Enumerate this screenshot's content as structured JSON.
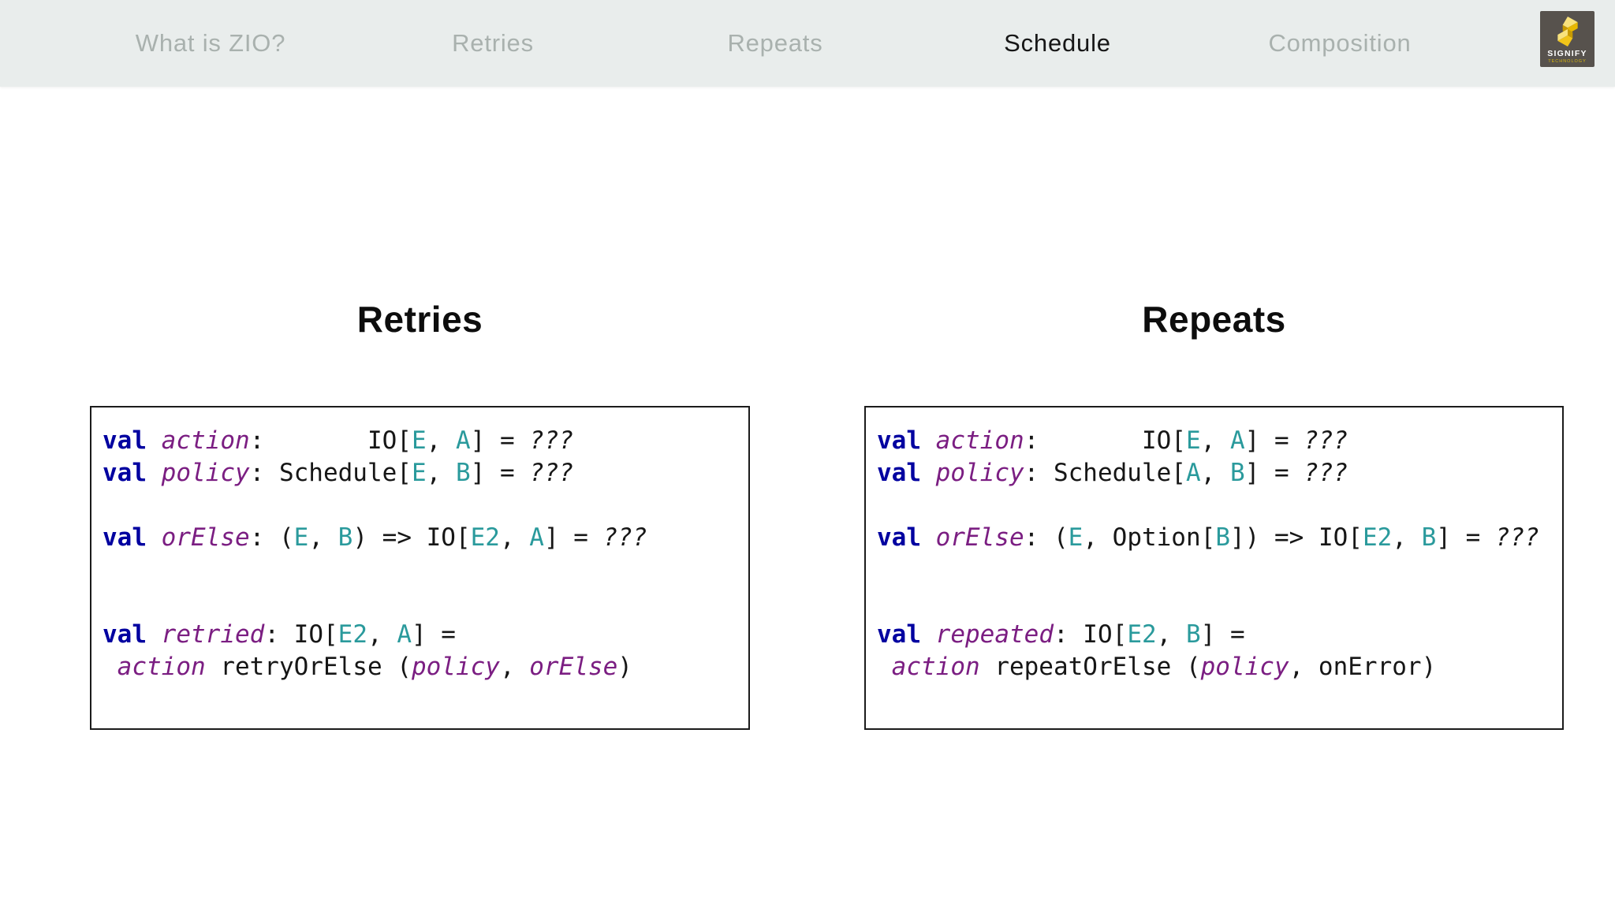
{
  "nav": {
    "items": [
      {
        "label": "What is ZIO?",
        "active": false
      },
      {
        "label": "Retries",
        "active": false
      },
      {
        "label": "Repeats",
        "active": false
      },
      {
        "label": "Schedule",
        "active": true
      },
      {
        "label": "Composition",
        "active": false
      }
    ],
    "logo": {
      "title": "SIGNIFY",
      "subtitle": "TECHNOLOGY"
    }
  },
  "colors": {
    "nav_bg": "#e9edec",
    "nav_active": "#161616",
    "nav_inactive": "#a9b1ae",
    "keyword": "#0000a0",
    "identifier": "#7b1e82",
    "type_name": "#2a9a9c",
    "code_text": "#161616",
    "logo_bg": "#57524d",
    "logo_yellow": "#d9b70c"
  },
  "panels": [
    {
      "heading": "Retries",
      "code_text": "val action:       IO[E, A] = ???\nval policy: Schedule[E, B] = ???\n\nval orElse: (E, B) => IO[E2, A] = ???\n\n\nval retried: IO[E2, A] =\n action retryOrElse (policy, orElse)",
      "code_lines": [
        [
          [
            "kw",
            "val"
          ],
          [
            "pl",
            " "
          ],
          [
            "id",
            "action"
          ],
          [
            "pl",
            ":       IO["
          ],
          [
            "ty",
            "E"
          ],
          [
            "pl",
            ", "
          ],
          [
            "ty",
            "A"
          ],
          [
            "pl",
            "] = "
          ],
          [
            "q",
            "???"
          ]
        ],
        [
          [
            "kw",
            "val"
          ],
          [
            "pl",
            " "
          ],
          [
            "id",
            "policy"
          ],
          [
            "pl",
            ": Schedule["
          ],
          [
            "ty",
            "E"
          ],
          [
            "pl",
            ", "
          ],
          [
            "ty",
            "B"
          ],
          [
            "pl",
            "] = "
          ],
          [
            "q",
            "???"
          ]
        ],
        [],
        [
          [
            "kw",
            "val"
          ],
          [
            "pl",
            " "
          ],
          [
            "id",
            "orElse"
          ],
          [
            "pl",
            ": ("
          ],
          [
            "ty",
            "E"
          ],
          [
            "pl",
            ", "
          ],
          [
            "ty",
            "B"
          ],
          [
            "pl",
            ") => IO["
          ],
          [
            "ty",
            "E2"
          ],
          [
            "pl",
            ", "
          ],
          [
            "ty",
            "A"
          ],
          [
            "pl",
            "] = "
          ],
          [
            "q",
            "???"
          ]
        ],
        [],
        [],
        [
          [
            "kw",
            "val"
          ],
          [
            "pl",
            " "
          ],
          [
            "id",
            "retried"
          ],
          [
            "pl",
            ": IO["
          ],
          [
            "ty",
            "E2"
          ],
          [
            "pl",
            ", "
          ],
          [
            "ty",
            "A"
          ],
          [
            "pl",
            "] ="
          ]
        ],
        [
          [
            "pl",
            " "
          ],
          [
            "id",
            "action"
          ],
          [
            "pl",
            " retryOrElse ("
          ],
          [
            "id",
            "policy"
          ],
          [
            "pl",
            ", "
          ],
          [
            "id",
            "orElse"
          ],
          [
            "pl",
            ")"
          ]
        ]
      ]
    },
    {
      "heading": "Repeats",
      "code_text": "val action:       IO[E, A] = ???\nval policy: Schedule[A, B] = ???\n\nval orElse: (E, Option[B]) => IO[E2, B] = ???\n\n\nval repeated: IO[E2, B] =\n action repeatOrElse (policy, onError)",
      "code_lines": [
        [
          [
            "kw",
            "val"
          ],
          [
            "pl",
            " "
          ],
          [
            "id",
            "action"
          ],
          [
            "pl",
            ":       IO["
          ],
          [
            "ty",
            "E"
          ],
          [
            "pl",
            ", "
          ],
          [
            "ty",
            "A"
          ],
          [
            "pl",
            "] = "
          ],
          [
            "q",
            "???"
          ]
        ],
        [
          [
            "kw",
            "val"
          ],
          [
            "pl",
            " "
          ],
          [
            "id",
            "policy"
          ],
          [
            "pl",
            ": Schedule["
          ],
          [
            "ty",
            "A"
          ],
          [
            "pl",
            ", "
          ],
          [
            "ty",
            "B"
          ],
          [
            "pl",
            "] = "
          ],
          [
            "q",
            "???"
          ]
        ],
        [],
        [
          [
            "kw",
            "val"
          ],
          [
            "pl",
            " "
          ],
          [
            "id",
            "orElse"
          ],
          [
            "pl",
            ": ("
          ],
          [
            "ty",
            "E"
          ],
          [
            "pl",
            ", Option["
          ],
          [
            "ty",
            "B"
          ],
          [
            "pl",
            "]) => IO["
          ],
          [
            "ty",
            "E2"
          ],
          [
            "pl",
            ", "
          ],
          [
            "ty",
            "B"
          ],
          [
            "pl",
            "] = "
          ],
          [
            "q",
            "???"
          ]
        ],
        [],
        [],
        [
          [
            "kw",
            "val"
          ],
          [
            "pl",
            " "
          ],
          [
            "id",
            "repeated"
          ],
          [
            "pl",
            ": IO["
          ],
          [
            "ty",
            "E2"
          ],
          [
            "pl",
            ", "
          ],
          [
            "ty",
            "B"
          ],
          [
            "pl",
            "] ="
          ]
        ],
        [
          [
            "pl",
            " "
          ],
          [
            "id",
            "action"
          ],
          [
            "pl",
            " repeatOrElse ("
          ],
          [
            "id",
            "policy"
          ],
          [
            "pl",
            ", onError)"
          ]
        ]
      ]
    }
  ]
}
